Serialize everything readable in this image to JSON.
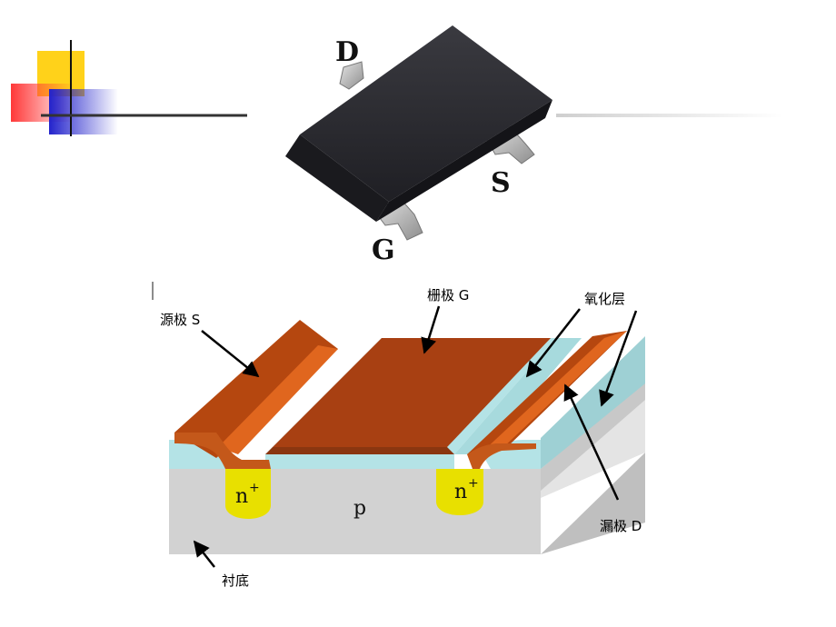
{
  "package_pins": {
    "drain": "D",
    "source": "S",
    "gate": "G"
  },
  "labels": {
    "source": "源极 S",
    "gate": "栅极 G",
    "oxide": "氧化层",
    "drain": "漏极 D",
    "substrate": "衬底"
  },
  "regions": {
    "n_plus": "n",
    "n_plus_sup": "+",
    "p_body": "p"
  },
  "colors": {
    "metal": "#b5470f",
    "metal_highlight": "#e0661e",
    "oxide": "#b4e3e6",
    "substrate": "#d2d2d2",
    "n_plus": "#e8e000",
    "package_body": "#2a2a2e",
    "lead": "#b9b9b9",
    "deco_yellow": "#ffd21a",
    "deco_red": "#ff4a4a",
    "deco_blue": "#2a2ad0"
  }
}
